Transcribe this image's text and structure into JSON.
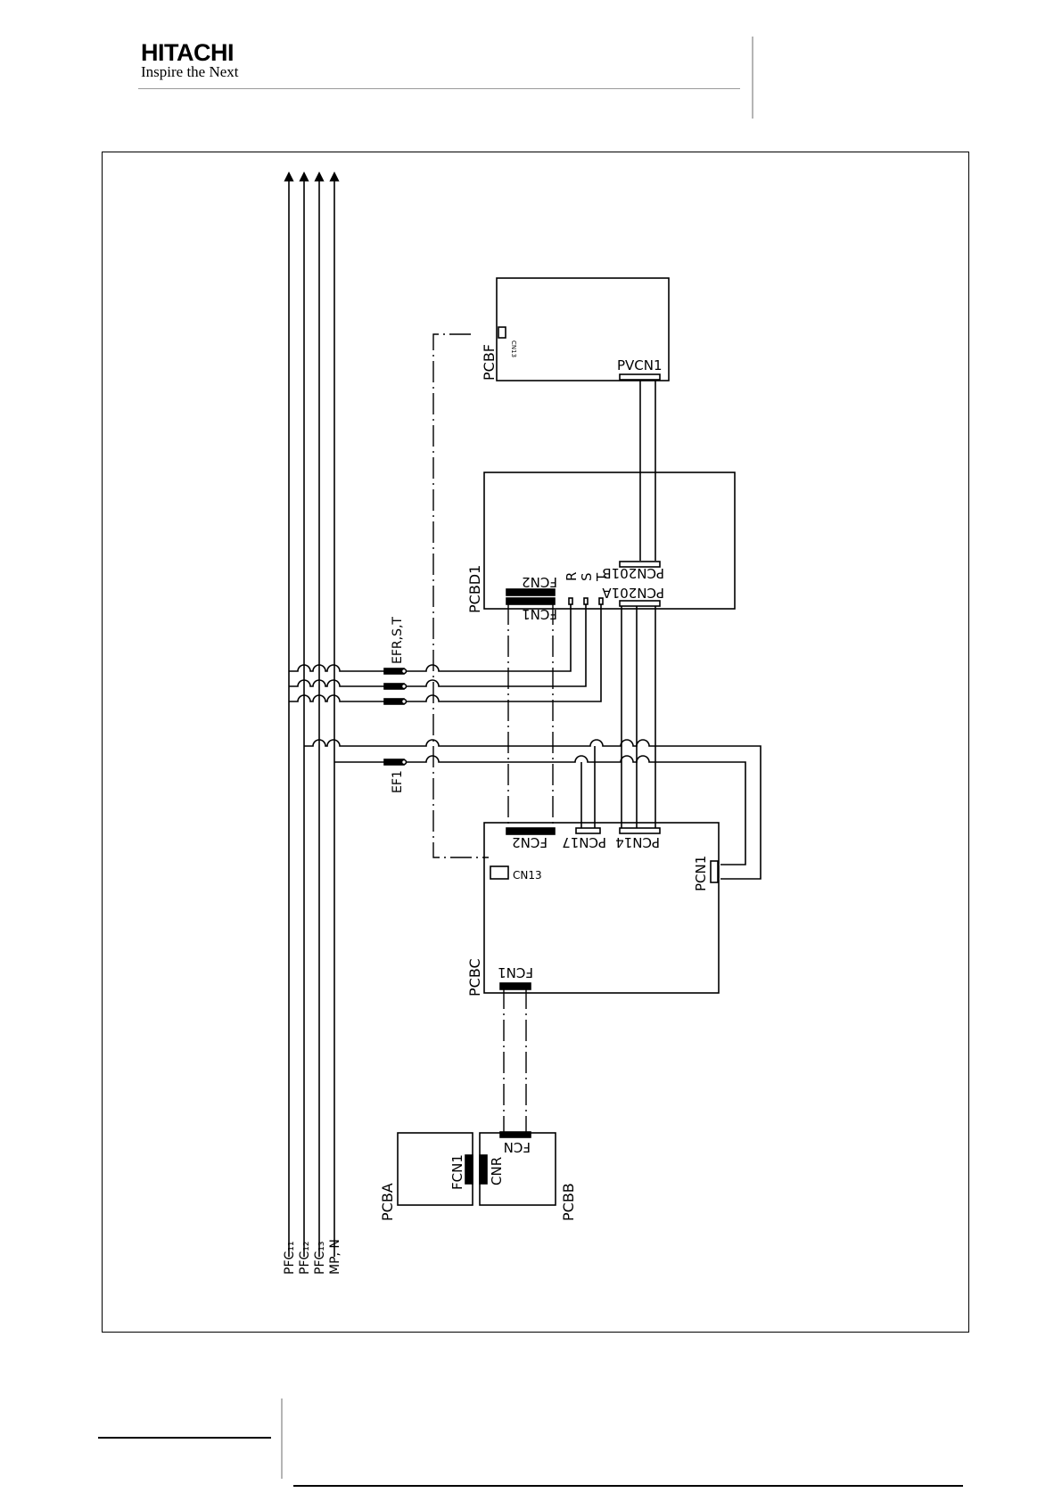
{
  "header": {
    "brand": "HITACHI",
    "tagline": "Inspire the Next"
  },
  "diagram": {
    "labels": {
      "pfc11": "PFC₁₁",
      "pfc12": "PFC₁₂",
      "pfc13": "PFC₁₃",
      "mpn": "MP, N",
      "pcba": "PCBA",
      "pcbb": "PCBB",
      "pcbc": "PCBC",
      "pcbd1": "PCBD1",
      "pcbf": "PCBF",
      "ef1": "EF1",
      "efrst": "EFR,S,T",
      "fcn1_a": "FCN1",
      "cnr": "CNR",
      "fcn_b": "FCN",
      "fcn1_c": "FCN1",
      "fcn2_c": "FCN2",
      "pcn17": "PCN17",
      "pcn14": "PCN14",
      "pcn1": "PCN1",
      "cn13": "CN13",
      "fcn1_d": "FCN1",
      "fcn2_d": "FCN2",
      "r": "R",
      "s": "S",
      "t": "T",
      "pcn201a": "PCN201A",
      "pcn201b": "PCN201B",
      "pvcn1": "PVCN1",
      "cn13_f": "CN13"
    }
  }
}
